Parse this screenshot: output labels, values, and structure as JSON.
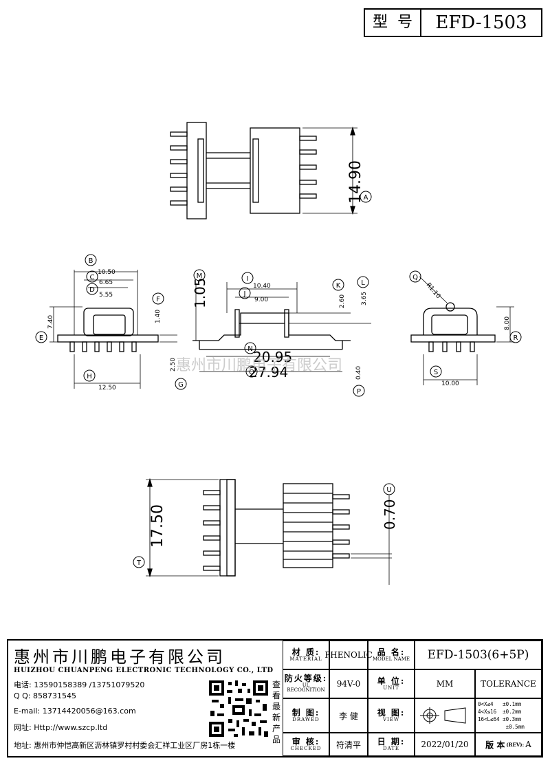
{
  "header": {
    "model_label": "型  号",
    "model_value": "EFD-1503"
  },
  "dims": {
    "d1490": "14.90",
    "d1050": "10.50",
    "d665": "6.65",
    "d555": "5.55",
    "d740": "7.40",
    "d140": "1.40",
    "d250": "2.50",
    "d1250": "12.50",
    "d105": "1.05",
    "d1040": "10.40",
    "d900": "9.00",
    "d260": "2.60",
    "d365": "3.65",
    "d2095": "20.95",
    "d2794": "27.94",
    "d040": "0.40",
    "r110": "R1.10",
    "d800": "8.00",
    "d1000": "10.00",
    "d1750": "17.50",
    "d070": "0.70"
  },
  "markers": [
    "A",
    "B",
    "C",
    "D",
    "E",
    "F",
    "G",
    "H",
    "I",
    "J",
    "K",
    "L",
    "M",
    "N",
    "O",
    "P",
    "Q",
    "R",
    "S",
    "T",
    "U"
  ],
  "watermark": "惠州市川鹏电子有限公司",
  "company": {
    "name_cn": "惠州市川鹏电子有限公司",
    "name_en": "HUIZHOU CHUANPENG ELECTRONIC TECHNOLOGY CO., LTD",
    "phone": "电话: 13590158389 /13751079520",
    "qq": "Q Q:  858731545",
    "email": "E-mail: 13714420056@163.com",
    "website": "网址:  Http://www.szcp.ltd",
    "address": "地址: 惠州市仲恺高新区沥林镇罗村村委会汇祥工业区厂房1栋一楼",
    "qr_caption": "查看最新产品"
  },
  "titleblock": {
    "material_label_cn": "材  质:",
    "material_label_en": "MATERIAL",
    "material_value": "PHENOLIC",
    "partname_label_cn": "品  名:",
    "partname_label_en": "MODEL NAME",
    "partname_value": "EFD-1503(6+5P)",
    "fire_label_cn": "防火等级:",
    "fire_label_en": "UL RECOGNITION",
    "fire_value": "94V-0",
    "unit_label_cn": "单  位:",
    "unit_label_en": "UNIT",
    "unit_value": "MM",
    "tolerance_label": "TOLERANCE",
    "drawn_label_cn": "制  图:",
    "drawn_label_en": "DRAWED",
    "drawn_value": "李 健",
    "view_label_cn": "视  图:",
    "view_label_en": "VIEW",
    "tol_lines": [
      "0<X≤4   ±0.1mm",
      "4<X≤16  ±0.2mm",
      "16<L≤64 ±0.3mm",
      "         ±0.5mm"
    ],
    "checked_label_cn": "审  核:",
    "checked_label_en": "CHECKED",
    "checked_value": "符清平",
    "date_label_cn": "日  期:",
    "date_label_en": "DATE",
    "date_value": "2022/01/20",
    "rev_label": "版 本",
    "rev_small": "(REV):",
    "rev_value": "A"
  }
}
